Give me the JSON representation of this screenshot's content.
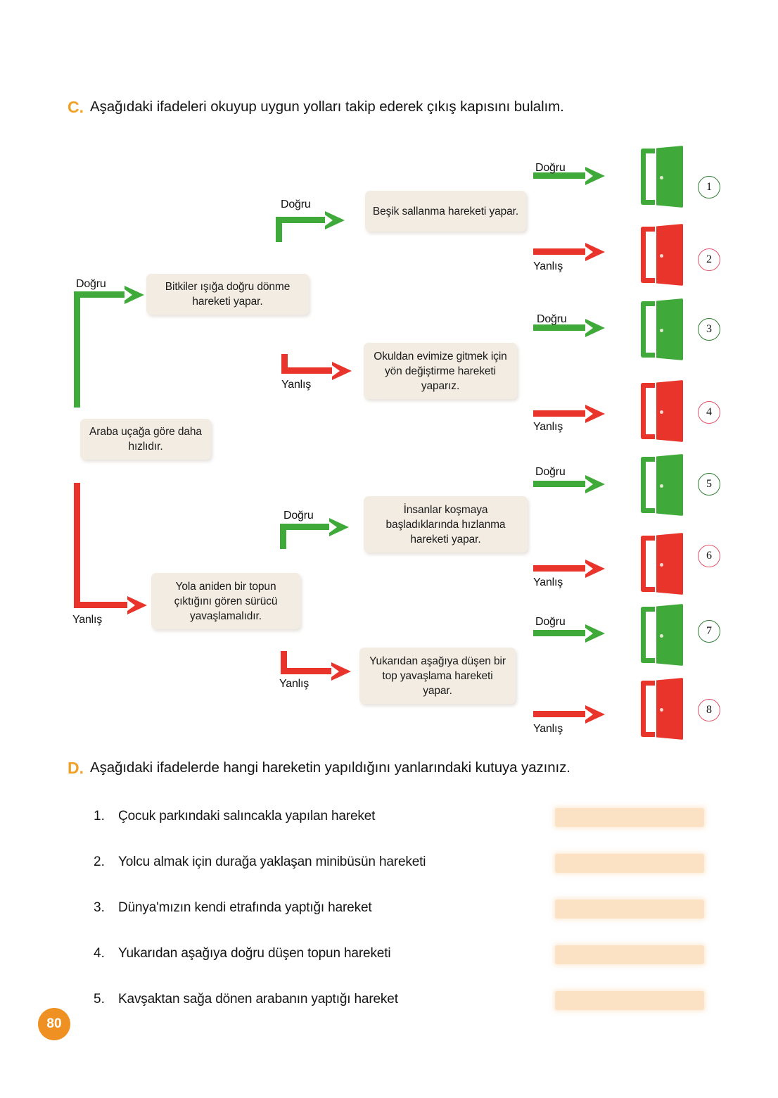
{
  "sections": {
    "c": {
      "letter": "C.",
      "instruction": "Aşağıdaki ifadeleri okuyup uygun yolları takip ederek çıkış kapısını bulalım."
    },
    "d": {
      "letter": "D.",
      "instruction": "Aşağıdaki ifadelerde hangi hareketin yapıldığını yanlarındaki kutuya yazınız."
    }
  },
  "flowchart": {
    "statements": [
      {
        "id": "besik",
        "text": "Beşik sallanma hareketi yapar."
      },
      {
        "id": "bitkiler",
        "text": "Bitkiler ışığa doğru dönme hareketi yapar."
      },
      {
        "id": "okuldan",
        "text": "Okuldan evimize gitmek için yön değiştirme hareketi yaparız."
      },
      {
        "id": "araba",
        "text": "Araba uçağa göre daha hızlıdır."
      },
      {
        "id": "insanlar",
        "text": "İnsanlar koşmaya başladıklarında hızlanma hareketi yapar."
      },
      {
        "id": "yola",
        "text": "Yola aniden bir topun çıktığını gören sürücü yavaşlamalıdır."
      },
      {
        "id": "yukaridan",
        "text": "Yukarıdan aşağıya düşen bir top yavaşlama hareketi yapar."
      }
    ],
    "labels": {
      "dogru": "Doğru",
      "yanlis": "Yanlış"
    },
    "branch_labels": [
      {
        "id": "b1",
        "text": "Doğru",
        "kind": "dogru"
      },
      {
        "id": "b2",
        "text": "Doğru",
        "kind": "dogru"
      },
      {
        "id": "b3",
        "text": "Yanlış",
        "kind": "yanlis"
      },
      {
        "id": "b4",
        "text": "Yanlış",
        "kind": "yanlis"
      },
      {
        "id": "b5",
        "text": "Doğru",
        "kind": "dogru"
      },
      {
        "id": "b6",
        "text": "Yanlış",
        "kind": "yanlis"
      }
    ],
    "exits": [
      {
        "number": "1",
        "label": "Doğru",
        "kind": "dogru"
      },
      {
        "number": "2",
        "label": "Yanlış",
        "kind": "yanlis"
      },
      {
        "number": "3",
        "label": "Doğru",
        "kind": "dogru"
      },
      {
        "number": "4",
        "label": "Yanlış",
        "kind": "yanlis"
      },
      {
        "number": "5",
        "label": "Doğru",
        "kind": "dogru"
      },
      {
        "number": "6",
        "label": "Yanlış",
        "kind": "yanlis"
      },
      {
        "number": "7",
        "label": "Doğru",
        "kind": "dogru"
      },
      {
        "number": "8",
        "label": "Yanlış",
        "kind": "yanlis"
      }
    ]
  },
  "questions": [
    {
      "num": "1.",
      "text": "Çocuk parkındaki salıncakla yapılan hareket"
    },
    {
      "num": "2.",
      "text": "Yolcu almak için durağa yaklaşan minibüsün hareketi"
    },
    {
      "num": "3.",
      "text": "Dünya'mızın kendi etrafında yaptığı hareket"
    },
    {
      "num": "4.",
      "text": "Yukarıdan aşağıya doğru düşen topun hareketi"
    },
    {
      "num": "5.",
      "text": "Kavşaktan sağa dönen arabanın yaptığı hareket"
    }
  ],
  "page_number": "80",
  "colors": {
    "green": "#3faa39",
    "red": "#e8342a",
    "orange_accent": "#f0a024",
    "box_bg": "#f3ece3",
    "answer_box": "#fce2c4"
  }
}
